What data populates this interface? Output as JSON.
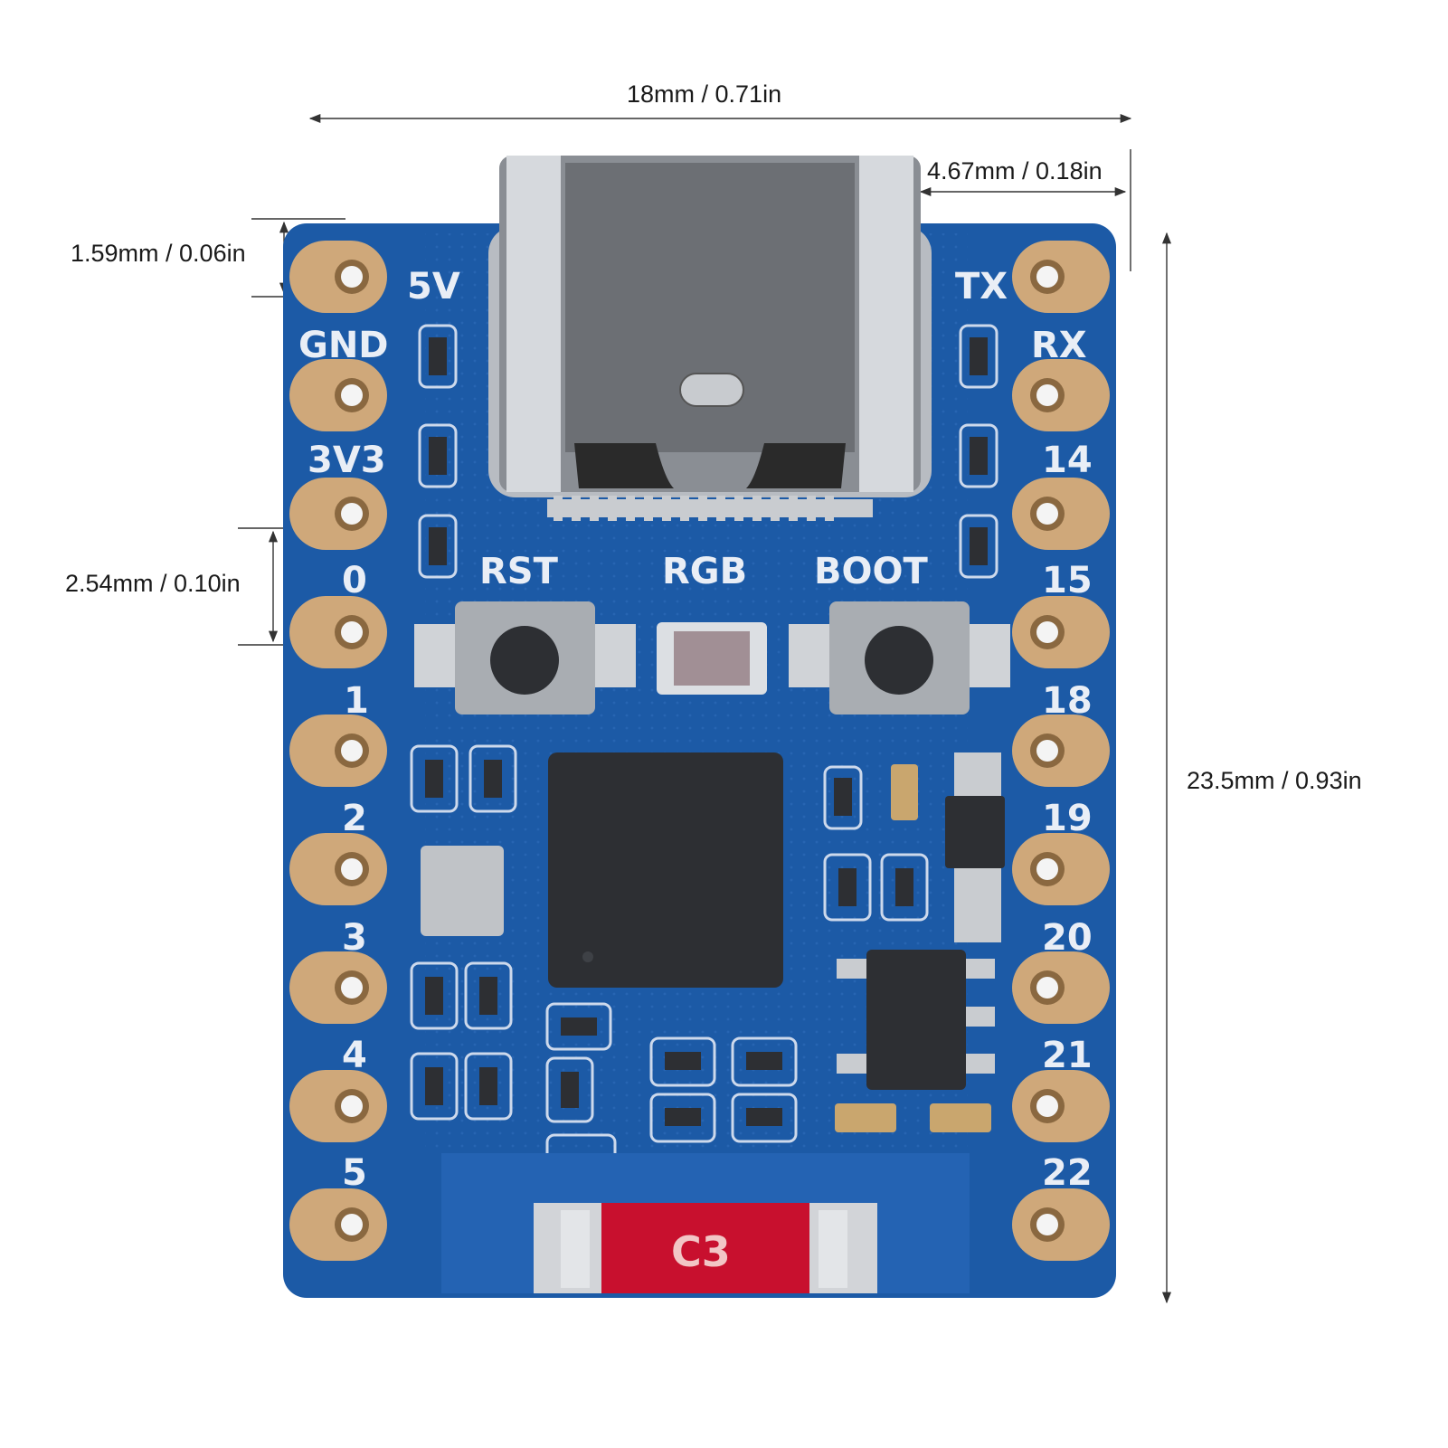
{
  "dimensions": {
    "width": "18mm / 0.71in",
    "usb_offset": "4.67mm / 0.18in",
    "edge_offset": "1.59mm / 0.06in",
    "pin_pitch": "2.54mm / 0.10in",
    "height": "23.5mm / 0.93in"
  },
  "left_pins": [
    "5V",
    "GND",
    "3V3",
    "0",
    "1",
    "2",
    "3",
    "4",
    "5"
  ],
  "right_pins": [
    "TX",
    "RX",
    "14",
    "15",
    "18",
    "19",
    "20",
    "21",
    "22"
  ],
  "buttons": {
    "reset": "RST",
    "led": "RGB",
    "boot": "BOOT"
  },
  "antenna_label": "C3",
  "colors": {
    "pcb": "#1c5aa6",
    "pad": "#cfa87a",
    "silkscreen": "#e9eef6",
    "antenna": "#c8102e"
  }
}
